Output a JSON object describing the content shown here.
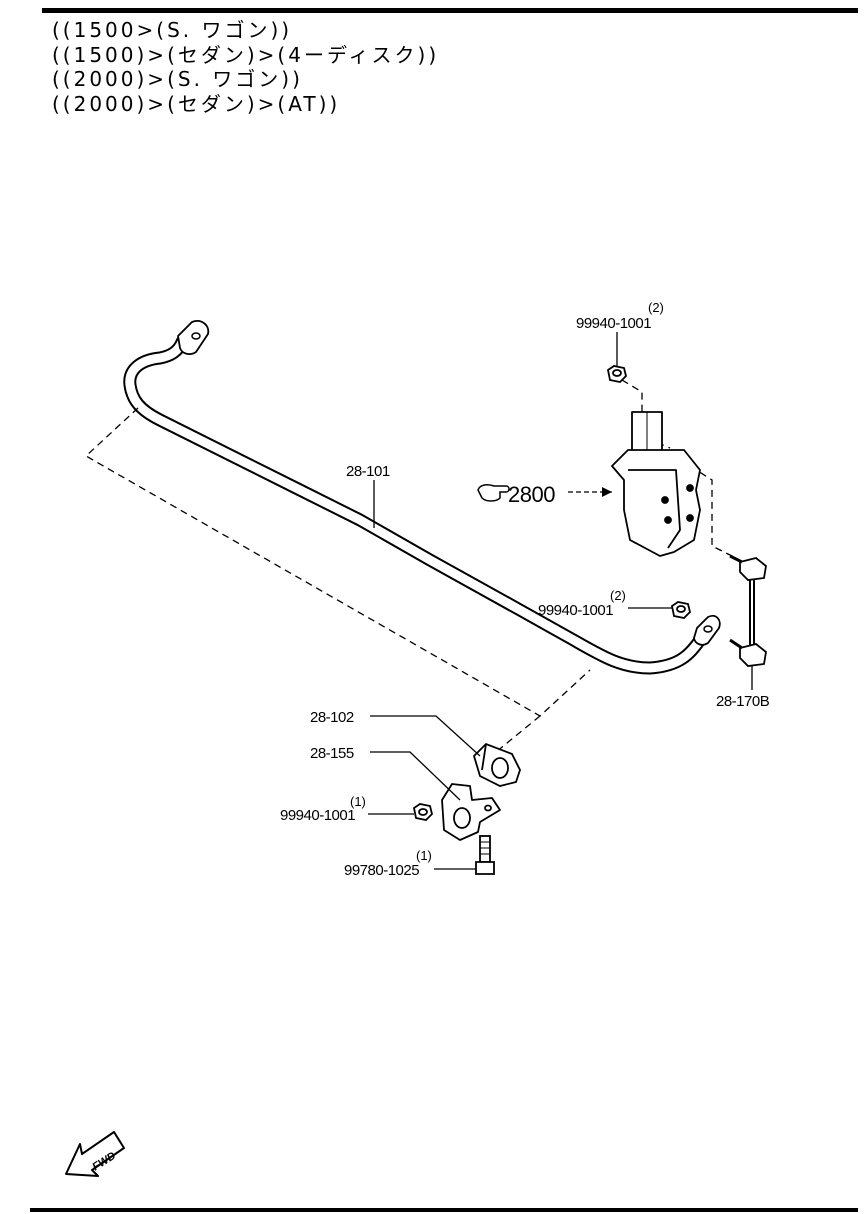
{
  "conditions": [
    "((1500>(S. ワゴン))",
    "((1500)>(セダン)>(4ーディスク))",
    "((2000)>(S. ワゴン))",
    "((2000)>(セダン)>(AT))"
  ],
  "callouts": {
    "stabilizer_bar": {
      "part": "28-101"
    },
    "strut_ref": {
      "part": "2800"
    },
    "nut_top": {
      "part": "99940-1001",
      "qty": "(2)"
    },
    "nut_mid": {
      "part": "99940-1001",
      "qty": "(2)"
    },
    "bushing": {
      "part": "28-102"
    },
    "bracket": {
      "part": "28-155"
    },
    "nut_bracket": {
      "part": "99940-1001",
      "qty": "(1)"
    },
    "bolt": {
      "part": "99780-1025",
      "qty": "(1)"
    },
    "link": {
      "part": "28-170B"
    }
  },
  "fwd_badge": {
    "text": "FWD"
  }
}
